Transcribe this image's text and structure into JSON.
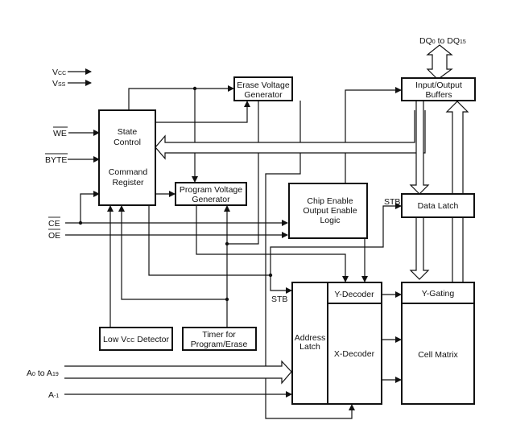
{
  "diagram": {
    "title": "Flash memory block diagram",
    "blocks": {
      "state_control": {
        "line1": "State",
        "line2": "Control",
        "line3": "Command",
        "line4": "Register"
      },
      "erase_voltage": {
        "line1": "Erase Voltage",
        "line2": "Generator"
      },
      "program_voltage": {
        "line1": "Program Voltage",
        "line2": "Generator"
      },
      "chip_enable": {
        "line1": "Chip Enable",
        "line2": "Output Enable",
        "line3": "Logic"
      },
      "io_buffers": {
        "line1": "Input/Output",
        "line2": "Buffers"
      },
      "data_latch": {
        "label": "Data Latch"
      },
      "low_vcc": {
        "pre": "Low V",
        "sub": "CC",
        "post": " Detector"
      },
      "timer": {
        "line1": "Timer for",
        "line2": "Program/Erase"
      },
      "address_latch": {
        "line1": "Address",
        "line2": "Latch"
      },
      "y_decoder": {
        "label": "Y-Decoder"
      },
      "x_decoder": {
        "label": "X-Decoder"
      },
      "y_gating": {
        "label": "Y-Gating"
      },
      "cell_matrix": {
        "label": "Cell Matrix"
      }
    },
    "signals": {
      "vcc": {
        "main": "V",
        "sub": "CC"
      },
      "vss": {
        "main": "V",
        "sub": "SS"
      },
      "we": "WE",
      "byte": "BYTE",
      "ce": "CE",
      "oe": "OE",
      "addr": {
        "a": "A",
        "s0": "0",
        "to": " to A",
        "s19": "19"
      },
      "a_minus1": {
        "a": "A",
        "sub": "-1"
      },
      "dq": {
        "a": "DQ",
        "s0": "0",
        "to": " to DQ",
        "s15": "15"
      },
      "stb1": "STB",
      "stb2": "STB"
    }
  }
}
